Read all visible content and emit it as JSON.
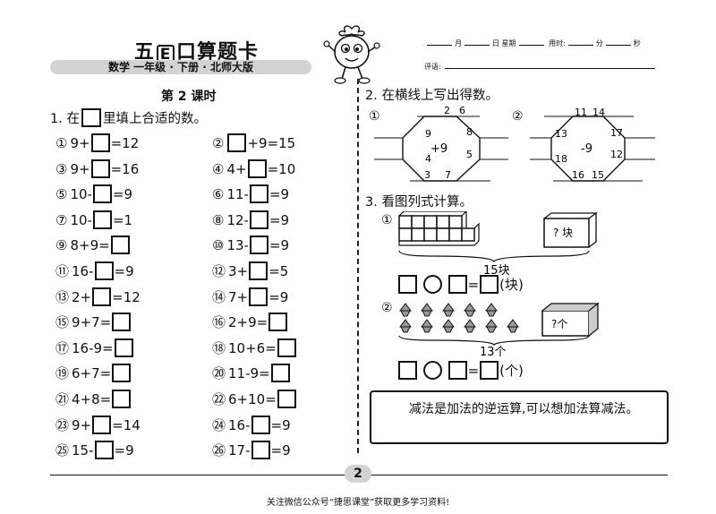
{
  "header": {
    "brand_left": "五",
    "brand_e": "E",
    "brand_right": "口算题卡",
    "subject": "数学  一年级 · 下册 · 北师大版",
    "date_month": "月",
    "date_day": "日",
    "date_weekday": "星期",
    "time_used": "用时:",
    "time_min": "分",
    "time_sec": "秒",
    "comment": "评语:"
  },
  "lesson_title": "第 2 课时",
  "q1": {
    "num": "1.",
    "prefix": "在",
    "suffix": "里填上合适的数。",
    "items": [
      {
        "no": "①",
        "parts": [
          "9+",
          "[]",
          "=12"
        ]
      },
      {
        "no": "②",
        "parts": [
          "",
          "[]",
          "+9=15"
        ]
      },
      {
        "no": "③",
        "parts": [
          "9+",
          "[]",
          "=16"
        ]
      },
      {
        "no": "④",
        "parts": [
          "4+",
          "[]",
          "=10"
        ]
      },
      {
        "no": "⑤",
        "parts": [
          "10-",
          "[]",
          "=9"
        ]
      },
      {
        "no": "⑥",
        "parts": [
          "11-",
          "[]",
          "=9"
        ]
      },
      {
        "no": "⑦",
        "parts": [
          "10-",
          "[]",
          "=1"
        ]
      },
      {
        "no": "⑧",
        "parts": [
          "12-",
          "[]",
          "=9"
        ]
      },
      {
        "no": "⑨",
        "parts": [
          "8+9=",
          "[]",
          ""
        ]
      },
      {
        "no": "⑩",
        "parts": [
          "13-",
          "[]",
          "=9"
        ]
      },
      {
        "no": "⑪",
        "parts": [
          "16-",
          "[]",
          "=9"
        ]
      },
      {
        "no": "⑫",
        "parts": [
          "3+",
          "[]",
          "=5"
        ]
      },
      {
        "no": "⑬",
        "parts": [
          "2+",
          "[]",
          "=12"
        ]
      },
      {
        "no": "⑭",
        "parts": [
          "7+",
          "[]",
          "=9"
        ]
      },
      {
        "no": "⑮",
        "parts": [
          "9+7=",
          "[]",
          ""
        ]
      },
      {
        "no": "⑯",
        "parts": [
          "2+9=",
          "[]",
          ""
        ]
      },
      {
        "no": "⑰",
        "parts": [
          "16-9=",
          "[]",
          ""
        ]
      },
      {
        "no": "⑱",
        "parts": [
          "10+6=",
          "[]",
          ""
        ]
      },
      {
        "no": "⑲",
        "parts": [
          "6+7=",
          "[]",
          ""
        ]
      },
      {
        "no": "⑳",
        "parts": [
          "11-9=",
          "[]",
          ""
        ]
      },
      {
        "no": "㉑",
        "parts": [
          "4+8=",
          "[]",
          ""
        ]
      },
      {
        "no": "㉒",
        "parts": [
          "6+10=",
          "[]",
          ""
        ]
      },
      {
        "no": "㉓",
        "parts": [
          "9+",
          "[]",
          "=14"
        ]
      },
      {
        "no": "㉔",
        "parts": [
          "16-",
          "[]",
          "=9"
        ]
      },
      {
        "no": "㉕",
        "parts": [
          "15-",
          "[]",
          "=9"
        ]
      },
      {
        "no": "㉖",
        "parts": [
          "17-",
          "[]",
          "=9"
        ]
      }
    ]
  },
  "q2": {
    "title": "2. 在横线上写出得数。",
    "oct1": {
      "no": "①",
      "op": "+9",
      "top": [
        "2",
        "6"
      ],
      "right": [
        "8",
        "5"
      ],
      "bottom": [
        "3",
        "7"
      ],
      "left": [
        "9",
        "4"
      ]
    },
    "oct2": {
      "no": "②",
      "op": "-9",
      "top": [
        "11",
        "14"
      ],
      "right": [
        "17",
        "12"
      ],
      "bottom": [
        "16",
        "15"
      ],
      "left": [
        "13",
        "18"
      ]
    }
  },
  "q3": {
    "title": "3. 看图列式计算。",
    "p1": {
      "no": "①",
      "box_label": "? 块",
      "total": "15块",
      "unit": "(块)"
    },
    "p2": {
      "no": "②",
      "box_label": "?个",
      "total": "13个",
      "unit": "(个)"
    }
  },
  "tip": "减法是加法的逆运算,可以想加法算减法。",
  "page_number": "2",
  "footer": "关注微信公众号“捷思课堂”获取更多学习资料!"
}
